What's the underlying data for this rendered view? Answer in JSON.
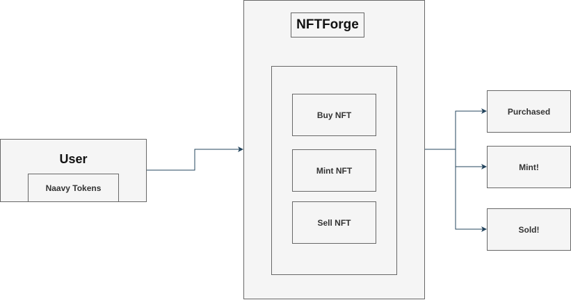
{
  "user": {
    "title": "User",
    "tokens_label": "Naavy Tokens"
  },
  "platform": {
    "title": "NFTForge",
    "actions": [
      "Buy NFT",
      "Mint NFT",
      "Sell NFT"
    ]
  },
  "outcomes": [
    "Purchased",
    "Mint!",
    "Sold!"
  ],
  "colors": {
    "box_fill": "#f5f5f5",
    "box_border": "#666666",
    "connector": "#23445d"
  }
}
